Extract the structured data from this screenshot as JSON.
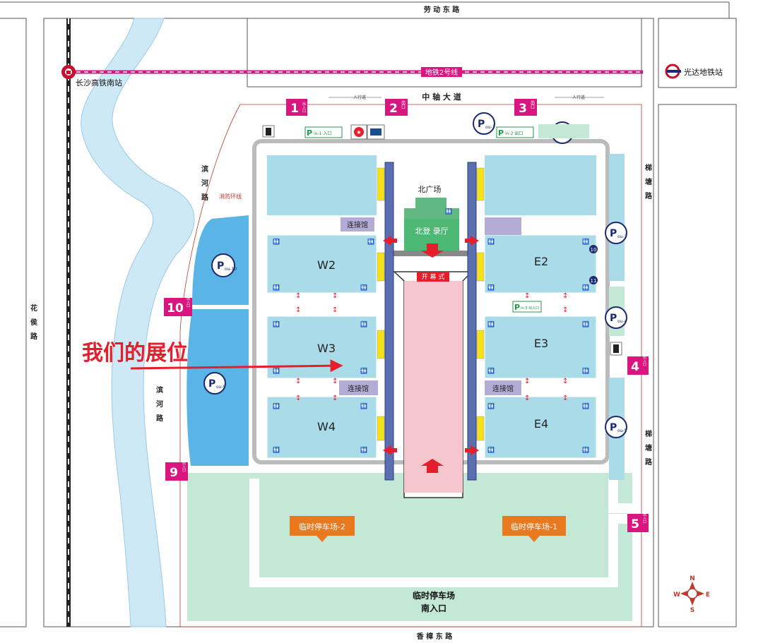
{
  "roads": {
    "top": "劳 动 东 路",
    "bottom": "香 樟 东 路",
    "axis": "中 轴 大 道",
    "left_far": [
      "花",
      "侯",
      "路"
    ],
    "binhe_upper": [
      "滨",
      "河",
      "路"
    ],
    "binhe_lower": [
      "滨",
      "河",
      "路"
    ],
    "titang_upper": [
      "梯",
      "塘",
      "路"
    ],
    "titang_lower": [
      "梯",
      "塘",
      "路"
    ],
    "fire_loop": "消防环线",
    "sidewalk": "人行道"
  },
  "transit": {
    "hsr_station": "长沙高铁南站",
    "metro_line": "地铁2号线",
    "metro_station": "光达地铁站"
  },
  "halls": {
    "w2": "W2",
    "w3": "W3",
    "w4": "W4",
    "e2": "E2",
    "e3": "E3",
    "e4": "E4",
    "link_w_top": "连接馆",
    "link_w_mid": "连接馆",
    "link_e_mid": "连接馆",
    "north_plaza": "北广场",
    "north_hall": "北登 录厅",
    "opening": "开 幕 式"
  },
  "gates": {
    "g1": {
      "num": "1",
      "txt": "出入口"
    },
    "g2": {
      "num": "2",
      "txt": "出口"
    },
    "g3": {
      "num": "3",
      "txt": "出口"
    },
    "g4": {
      "num": "4",
      "txt": "出入口"
    },
    "g5": {
      "num": "5",
      "txt": "出入口"
    },
    "g9": {
      "num": "9",
      "txt": "出入口"
    },
    "g10": {
      "num": "10",
      "txt": "出入口"
    }
  },
  "parking": {
    "pou1": "ou-1",
    "pou2": "ou-2",
    "pou3": "ou-3",
    "pou4": "ou-4",
    "pou5": "ou-5",
    "pou9": "ou-9",
    "pou10": "ou-10",
    "pin1": "in-1 入口",
    "pin2": "in-2 出口",
    "pin3": "in-3 出入口",
    "temp2": "临时停车场-2",
    "temp1": "临时停车场-1",
    "south_entry": [
      "临时停车场",
      "南入口"
    ]
  },
  "markers": {
    "m10": "10",
    "m11": "11"
  },
  "annotation": "我们的展位",
  "compass": {
    "n": "N",
    "s": "S",
    "e": "E",
    "w": "W"
  },
  "colors": {
    "hall": "#a9dce8",
    "lawn": "#c4e8d6",
    "water": "#a6d3ee",
    "lake": "#5ab4e6",
    "gate": "#d9157f",
    "metro": "#d9157f",
    "parking_ring": "#1c2a6e",
    "corridor": "#5b6fb0",
    "plaza": "#f5c6cc",
    "link": "#b2acd6",
    "orange": "#e8791e",
    "red": "#e41e2b",
    "yellow": "#f5e11a",
    "green": "#1e9a4a"
  }
}
